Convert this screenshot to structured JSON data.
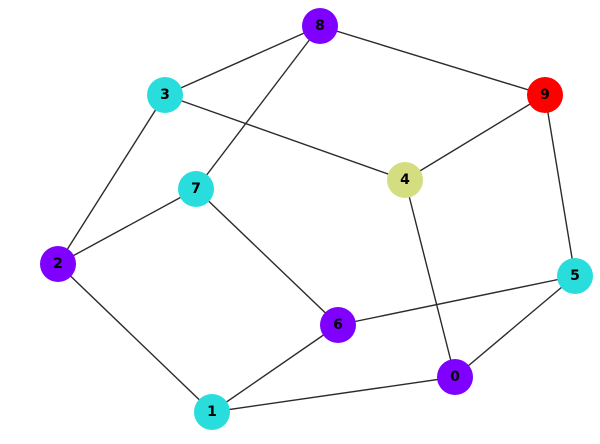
{
  "graph": {
    "nodes": [
      {
        "id": "0",
        "label": "0",
        "color": "#7f00ff"
      },
      {
        "id": "1",
        "label": "1",
        "color": "#2adddd"
      },
      {
        "id": "2",
        "label": "2",
        "color": "#7f00ff"
      },
      {
        "id": "3",
        "label": "3",
        "color": "#2adddd"
      },
      {
        "id": "4",
        "label": "4",
        "color": "#d4dd80"
      },
      {
        "id": "5",
        "label": "5",
        "color": "#2adddd"
      },
      {
        "id": "6",
        "label": "6",
        "color": "#7f00ff"
      },
      {
        "id": "7",
        "label": "7",
        "color": "#2adddd"
      },
      {
        "id": "8",
        "label": "8",
        "color": "#7f00ff"
      },
      {
        "id": "9",
        "label": "9",
        "color": "#ff0000"
      }
    ],
    "edges": [
      [
        "8",
        "3"
      ],
      [
        "8",
        "9"
      ],
      [
        "8",
        "7"
      ],
      [
        "3",
        "4"
      ],
      [
        "3",
        "2"
      ],
      [
        "9",
        "4"
      ],
      [
        "9",
        "5"
      ],
      [
        "7",
        "2"
      ],
      [
        "7",
        "6"
      ],
      [
        "4",
        "0"
      ],
      [
        "2",
        "1"
      ],
      [
        "5",
        "6"
      ],
      [
        "5",
        "0"
      ],
      [
        "6",
        "1"
      ],
      [
        "1",
        "0"
      ]
    ]
  }
}
